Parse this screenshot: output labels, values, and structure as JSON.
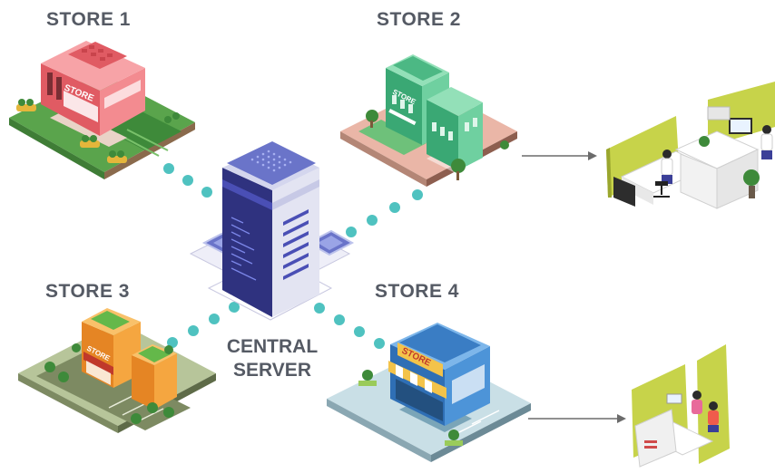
{
  "labels": {
    "store1": "STORE 1",
    "store2": "STORE 2",
    "store3": "STORE 3",
    "store4": "STORE 4",
    "center_line1": "CENTRAL",
    "center_line2": "SERVER"
  },
  "signs": {
    "store1": "STORE",
    "store2": "STORE",
    "store3": "STORE",
    "store4": "STORE"
  },
  "colors": {
    "connector_dot": "#4fc2c0",
    "label_text": "#555a64",
    "server_body": "#3b3f98",
    "arrow": "#6b6b6b"
  },
  "icons": {
    "server": "server-tower-icon",
    "office": "office-desk-icon"
  }
}
